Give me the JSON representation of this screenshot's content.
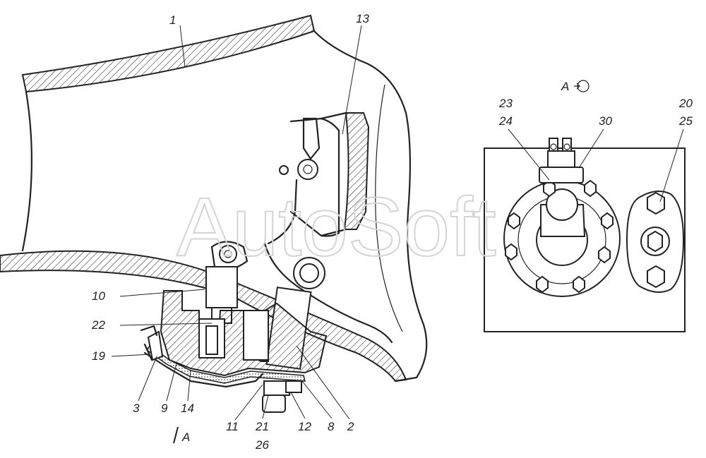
{
  "watermark": "AutoSoft",
  "view_label": "A",
  "section_marker": "A",
  "callouts": {
    "c1": "1",
    "c13": "13",
    "c10": "10",
    "c22": "22",
    "c19": "19",
    "c3": "3",
    "c9": "9",
    "c14": "14",
    "c11": "11",
    "c21": "21",
    "c26": "26",
    "c12": "12",
    "c8": "8",
    "c2": "2",
    "c23": "23",
    "c24": "24",
    "c30": "30",
    "c20": "20",
    "c25": "25"
  }
}
